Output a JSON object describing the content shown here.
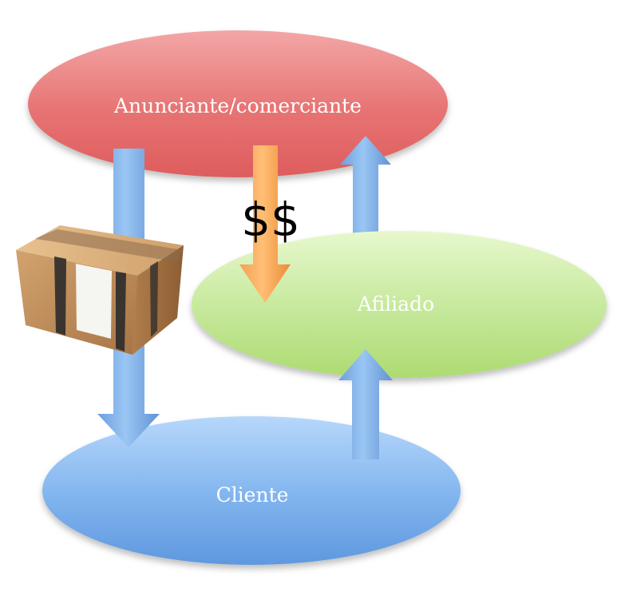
{
  "diagram": {
    "nodes": {
      "advertiser": "Anunciante/comerciante",
      "affiliate": "Afiliado",
      "customer": "Cliente"
    },
    "money_label": "$$",
    "colors": {
      "advertiser": "#e86f6f",
      "affiliate": "#b8df84",
      "customer": "#6ea6e4",
      "blue_arrow": "#6ea2dd",
      "orange_arrow": "#f39a41"
    },
    "icons": {
      "product": "cardboard-box-icon"
    }
  }
}
